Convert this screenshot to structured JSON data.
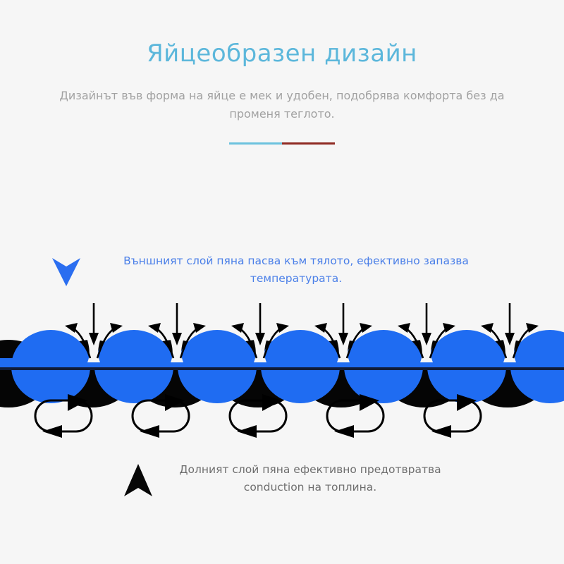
{
  "page": {
    "background_color": "#f6f6f6"
  },
  "header": {
    "title": "Яйцеобразен дизайн",
    "title_color": "#5cb7db",
    "subtitle": "Дизайнът във форма на яйце е мек и удобен, подобрява комфорта без да променя теглото.",
    "subtitle_color": "#a2a2a2",
    "divider": {
      "left_color": "#6cc2de",
      "right_color": "#8f2a22"
    }
  },
  "annotations": {
    "top": {
      "text": "Външният слой пяна пасва към тялото, ефективно запазва температурата.",
      "color": "#4a7fe8",
      "icon": "arrow-down-icon"
    },
    "bottom": {
      "text": "Долният слой пяна ефективно предотвратва conduction на топлина.",
      "color": "#6e6e6e",
      "icon": "arrow-up-icon"
    }
  },
  "illustration": {
    "name": "egg-crate-foam-cross-section",
    "top_layer_color": "#1f6cf2",
    "bottom_layer_color": "#050505",
    "background_color": "#f6f6f6",
    "top_bump_count": 7,
    "bottom_bump_count": 7,
    "down_arrow_count": 6,
    "splay_arrow_pairs": 6,
    "circulation_loop_count": 5,
    "arrow_color": "#000000"
  }
}
